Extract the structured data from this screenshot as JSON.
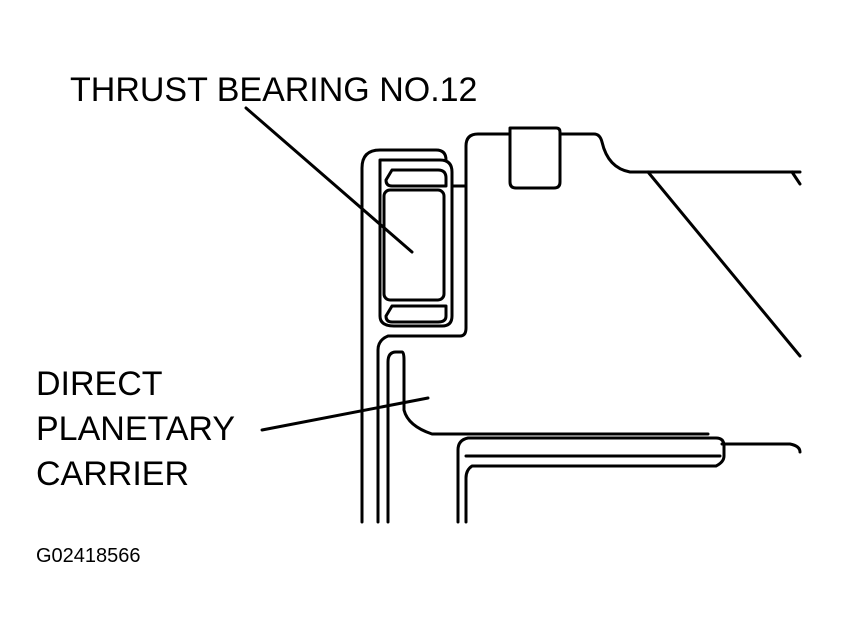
{
  "labels": {
    "thrust_bearing": "THRUST BEARING NO.12",
    "carrier_line1": "DIRECT",
    "carrier_line2": "PLANETARY",
    "carrier_line3": "CARRIER"
  },
  "figure_id": "G02418566",
  "colors": {
    "line": "#000000",
    "background": "#ffffff"
  }
}
